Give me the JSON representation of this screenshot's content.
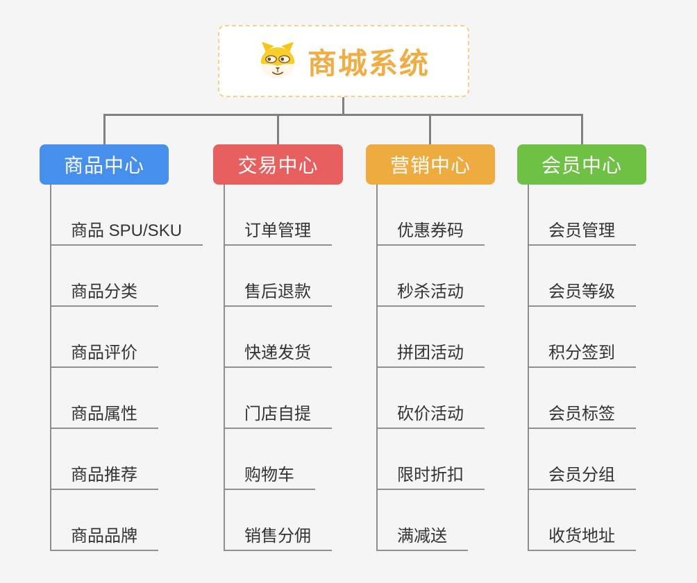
{
  "root": {
    "title": "商城系统",
    "icon": "dog-face-icon"
  },
  "branches": [
    {
      "label": "商品中心",
      "color": "#478fec",
      "children": [
        "商品 SPU/SKU",
        "商品分类",
        "商品评价",
        "商品属性",
        "商品推荐",
        "商品品牌"
      ]
    },
    {
      "label": "交易中心",
      "color": "#e85f5f",
      "children": [
        "订单管理",
        "售后退款",
        "快递发货",
        "门店自提",
        "购物车",
        "销售分佣"
      ]
    },
    {
      "label": "营销中心",
      "color": "#edab40",
      "children": [
        "优惠券码",
        "秒杀活动",
        "拼团活动",
        "砍价活动",
        "限时折扣",
        "满减送"
      ]
    },
    {
      "label": "会员中心",
      "color": "#6ec144",
      "children": [
        "会员管理",
        "会员等级",
        "积分签到",
        "会员标签",
        "会员分组",
        "收货地址"
      ]
    }
  ],
  "colors": {
    "background": "#f5f5f6",
    "root_text": "#efae45",
    "root_border": "#f5d18c",
    "connector": "#808080",
    "leaf_line": "#8f8f8f",
    "leaf_text": "#333333"
  }
}
